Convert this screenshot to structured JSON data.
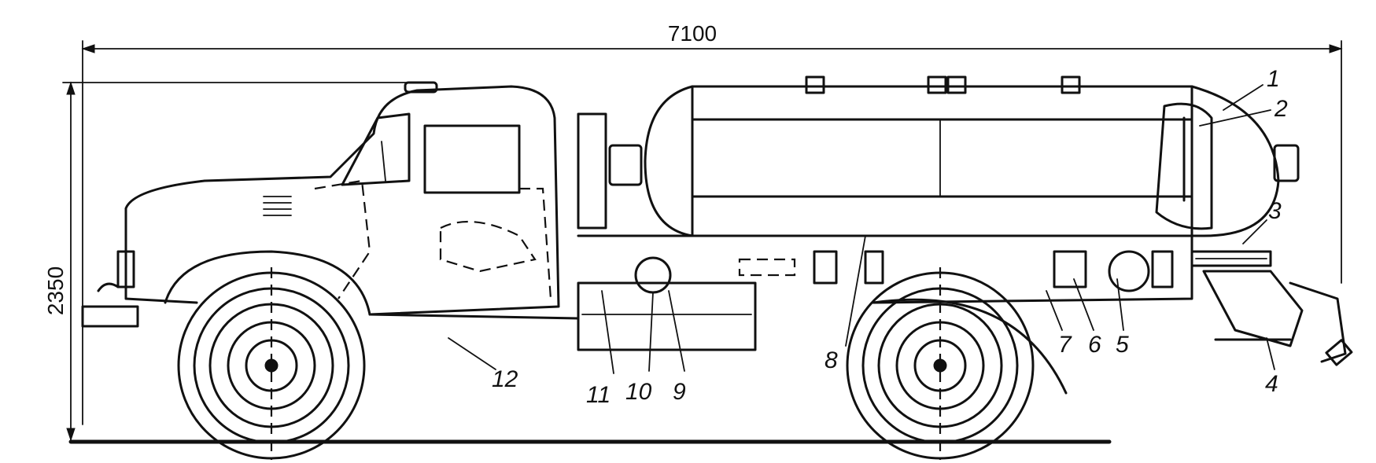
{
  "dimensions": {
    "length": "7100",
    "height": "2350"
  },
  "callouts": [
    "1",
    "2",
    "3",
    "4",
    "5",
    "6",
    "7",
    "8",
    "9",
    "10",
    "11",
    "12"
  ]
}
